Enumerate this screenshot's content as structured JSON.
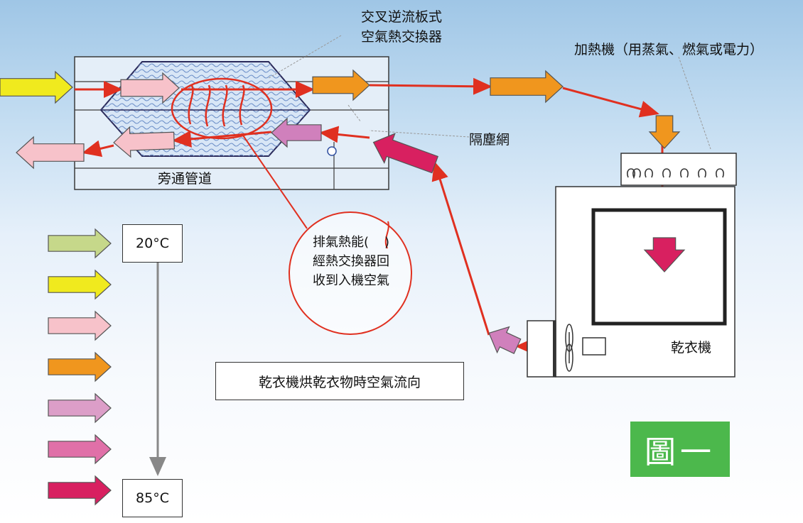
{
  "labels": {
    "exchanger_line1": "交叉逆流板式",
    "exchanger_line2": "空氣熱交換器",
    "heater": "加熱機（用蒸氣、燃氣或電力）",
    "filter": "隔塵網",
    "bypass": "旁通管道",
    "recovery_line1": "排氣熱能(",
    "recovery_line1_end": ")",
    "recovery_line2": "經熱交換器回",
    "recovery_line3": "收到入機空氣",
    "dryer": "乾衣機",
    "caption": "乾衣機烘乾衣物時空氣流向",
    "figure": "圖一"
  },
  "legend": {
    "temp_low": "20°C",
    "temp_high": "85°C",
    "arrow_colors": [
      "#c6d88a",
      "#f0ea1e",
      "#f7c2ca",
      "#f0961e",
      "#dc9ec8",
      "#e070a8",
      "#d82060"
    ]
  },
  "colors": {
    "flow_line": "#e03020",
    "intake": "#f0ea1e",
    "exhaust": "#f7c2ca",
    "heated": "#f0961e",
    "hot": "#d82060",
    "return_air": "#d080bc",
    "badge": "#4cb84c"
  }
}
